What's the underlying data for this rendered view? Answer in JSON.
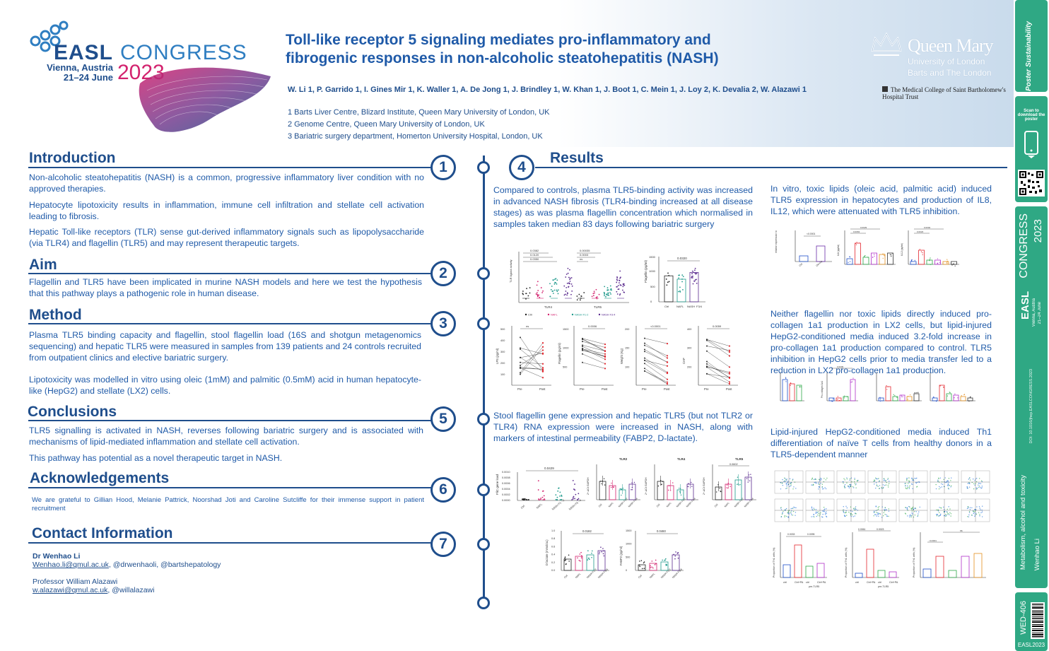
{
  "header": {
    "logo_easl": "EASL",
    "logo_congress": "CONGRESS",
    "logo_city": "Vienna, Austria",
    "logo_dates": "21–24 June",
    "logo_year": "2023",
    "title_line1": "Toll-like receptor 5 signaling mediates pro-inflammatory and",
    "title_line2": "fibrogenic responses in non-alcoholic steatohepatitis (NASH)",
    "authors": "W. Li 1, P. Garrido 1, I. Gines Mir 1, K. Waller 1, A. De Jong 1,  J. Brindley 1, W. Khan 1, J. Boot 1, C. Mein 1, J. Loy 2, K. Devalia 2, W. Alazawi 1",
    "affiliations": [
      "1 Barts Liver Centre, Blizard Institute, Queen Mary University of London, UK",
      "2 Genome Centre, Queen Mary University of London, UK",
      "3 Bariatric surgery department, Homerton University Hospital, London, UK"
    ],
    "qm_name": "Queen Mary",
    "qm_sub1": "University of London",
    "qm_sub2": "Barts and The London",
    "qm_trust": "The Medical College of Saint Bartholomew's Hospital Trust"
  },
  "sidebar": {
    "poster_sustainability": "Poster Sustainability",
    "scan_text": "Scan to download the poster",
    "congress_word": "CONGRESS",
    "congress_year": "2023",
    "easl_word": "EASL",
    "congress_city": "Vienna, Austria",
    "congress_dates": "21–24 June",
    "doi": "DOI: 10.1016/jhep.EASLCONGRESS.2023",
    "topic": "Metabolism, alcohol and toxicity",
    "author": "Wenhao Li",
    "poster_code": "WED-406",
    "footer": "EASL2023"
  },
  "sections": {
    "intro_title": "Introduction",
    "intro_p1": "Non-alcoholic steatohepatitis (NASH) is a common, progressive inflammatory liver condition with no approved therapies.",
    "intro_p2": "Hepatocyte lipotoxicity results in inflammation, immune cell infiltration and stellate cell activation leading to fibrosis.",
    "intro_p3": "Hepatic Toll-like receptors (TLR) sense gut-derived inflammatory signals such as lipopolysaccharide (via TLR4) and flagellin (TLR5) and may represent therapeutic targets.",
    "aim_title": "Aim",
    "aim_p1": "Flagellin and TLR5 have been implicated in murine NASH models and here we test the hypothesis that this pathway plays a pathogenic role in human disease.",
    "method_title": "Method",
    "method_p1": "Plasma TLR5 binding capacity and flagellin, stool flagellin load (16S and shotgun metagenomics sequencing) and hepatic TLR5 were measured in samples from 139 patients and 24 controls recruited from outpatient clinics and elective bariatric surgery.",
    "method_p2": "Lipotoxicity was modelled in vitro using oleic (1mM) and palmitic (0.5mM) acid in human hepatocyte-like (HepG2) and stellate (LX2) cells.",
    "concl_title": "Conclusions",
    "concl_p1": "TLR5 signalling is activated in NASH, reverses following bariatric surgery and is associated with mechanisms of lipid-mediated inflammation and stellate cell activation.",
    "concl_p2": "This pathway has potential as a novel therapeutic target in NASH.",
    "ack_title": "Acknowledgements",
    "ack_p1": "We are grateful to Gillian Hood, Melanie Pattrick, Noorshad Joti and Caroline Sutcliffe for their immense support in patient recruitment",
    "contact_title": "Contact Information",
    "contact_name1": "Dr Wenhao Li",
    "contact_email1": "Wenhao.li@qmul.ac.uk",
    "contact_handles1": ", @drwenhaoli, @bartshepatology",
    "contact_name2": "Professor William Alazawi",
    "contact_email2": "w.alazawi@qmul.ac.uk",
    "contact_handles2": ", @willalazawi",
    "results_title": "Results",
    "res_p1": "Compared to controls, plasma TLR5-binding activity was increased in advanced NASH fibrosis (TLR4-binding increased at all disease stages) as was plasma flagellin concentration which normalised in samples taken median 83 days following bariatric surgery",
    "res_p2": "Stool flagellin gene expression and hepatic TLR5 (but not TLR2 or TLR4) RNA expression were increased in NASH, along with markers of intestinal permeability (FABP2, D-lactate).",
    "res_p3": "In vitro, toxic lipids (oleic acid, palmitic acid) induced TLR5 expression in hepatocytes and production of IL8, IL12, which were attenuated with TLR5 inhibition.",
    "res_p4": "Neither flagellin nor toxic lipids directly induced pro-collagen 1a1 production in LX2 cells, but lipid-injured HepG2-conditioned media induced 3.2-fold increase in pro-collagen 1a1 production compared to control. TLR5 inhibition in HepG2 cells prior to media transfer led to a reduction in LX2 pro-collagen 1a1 production.",
    "res_p5": "Lipid-injured HepG2-conditioned media induced Th1 differentiation of naïve T cells from healthy donors in a TLR5-dependent manner"
  },
  "numbers": [
    "1",
    "2",
    "3",
    "4",
    "5",
    "6",
    "7"
  ],
  "figure_labels": {
    "f1_pval1": "0.0382",
    "f1_pval2": "0.0120",
    "f1_pval3": "0.0350",
    "f1_pval4": "0.00035",
    "f1_pval5": "0.0003",
    "f1_ns": "ns",
    "f1_x1": "TLR4",
    "f1_x2": "TLR5",
    "f1_legend1": "Ctrl",
    "f1_legend2": "NAFL",
    "f1_legend3": "NASH F1-2",
    "f1_legend4": "NASH F3-4",
    "f1_ylabel": "TLR ligand activity",
    "f2_pval": "0.0320",
    "f2_ylabel": "Flagellin (pg/ml)",
    "f2_cats": [
      "Ctrl",
      "NAFL",
      "NASH",
      "F3/4"
    ],
    "f2_ticks": [
      "0",
      "500",
      "1000",
      "1500"
    ],
    "pp_ylabels": [
      "LPS (pg/ml)",
      "Flagellin (pg/ml)",
      "Weight (Kg)",
      "CAP"
    ],
    "pp_pvals": [
      "ns",
      "0.0006",
      "<0.0001",
      "0.0059"
    ],
    "pp_pre": "Pre",
    "pp_post": "Post",
    "pp1_ticks": [
      "100",
      "200",
      "300",
      "400",
      "500"
    ],
    "pp2_ticks": [
      "500",
      "1000",
      "1500"
    ],
    "pp3_ticks": [
      "100",
      "150",
      "200"
    ],
    "pp4_ticks": [
      "200",
      "300",
      "400"
    ],
    "stool_ylabel": "FliC gene load",
    "stool_pval": "0.0429",
    "stool_cats": [
      "Ctrl",
      "NAFL",
      "NASH F1 - 2",
      "NASH F3 - 4"
    ],
    "stool_ticks": [
      "0.0000",
      "0.0002",
      "0.0004",
      "0.0006",
      "0.0008",
      "0.0010"
    ],
    "tlr_titles": [
      "TLR2",
      "TLR4",
      "TLR5"
    ],
    "tlr5_pval": "0.0602",
    "tlr_ylabel": "2^-ΔCt GAPDH",
    "dlac_ylabel": "D lactate (mmol/uL)",
    "dlac_pval": "0.0182",
    "dlac_ticks": [
      "0.0",
      "0.2",
      "0.4",
      "0.6",
      "0.8",
      "1.0"
    ],
    "fabp_ylabel": "FABP2 (pg/ml)",
    "fabp_pval": "0.0460",
    "fabp_ticks": [
      "0",
      "500",
      "1000",
      "1500"
    ],
    "xcats4": [
      "Ctrl",
      "NAFL",
      "NASH F1/2",
      "NASH F3/4"
    ],
    "vitro_ctrl": "Ctrl",
    "vitro_oapa": "OA+PA",
    "vitro_pval1": "<0.0001",
    "vitro_pvals": [
      "0.0029",
      "0.0063",
      "0.0002",
      "0.0023",
      "<0.0001"
    ],
    "vitro_ylabels": [
      "relative expression to",
      "IL8 (pg/ml)",
      "IL12 (pg/ml)"
    ],
    "lx2_ylabel": "Pro-collagen 1a1",
    "lx2_pval": "0.0009",
    "flow_ylabel": "Proportion of Th1 cells (%)",
    "flow_pvals": [
      "0.0033",
      "0.0095",
      "0.0061",
      "0.0023",
      "<0.0001",
      "ns"
    ],
    "flow_x": [
      "ctrl",
      "Ctrl+PA",
      "ctrl",
      "Ctrl+PA"
    ],
    "flow_sub": "pre-TLR5"
  }
}
